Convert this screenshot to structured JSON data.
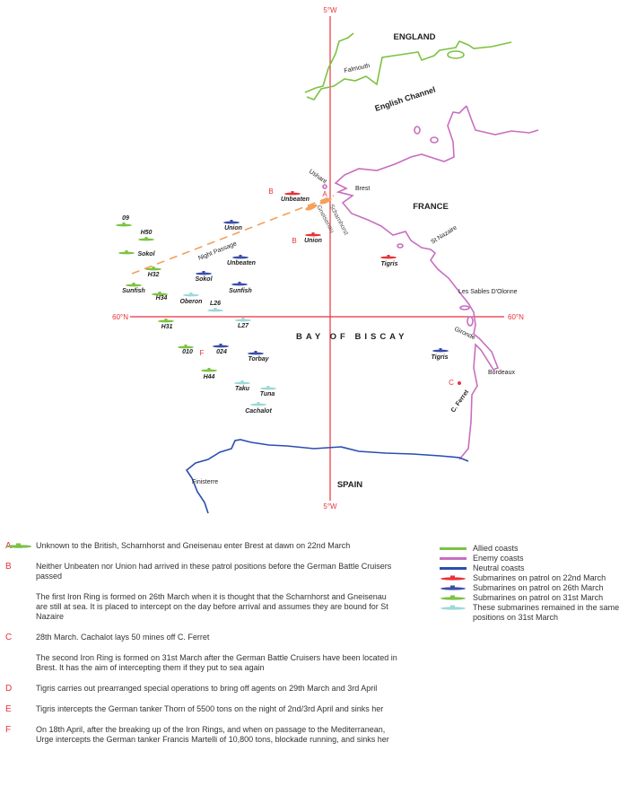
{
  "map": {
    "meridian_label": "5°W",
    "parallel_label": "60°N",
    "places": {
      "england": "ENGLAND",
      "falmouth": "Falmouth",
      "channel": "English Channel",
      "france": "FRANCE",
      "brest": "Brest",
      "ushant": "Ushant",
      "st_nazaire": "St Nazaire",
      "sables": "Les Sables D'Olonne",
      "gironde": "Gironde",
      "bordeaux": "Bordeaux",
      "ferret": "C. Ferret",
      "biscay": "BAY OF BISCAY",
      "spain": "SPAIN",
      "finisterre": "Finisterre"
    },
    "routes": {
      "night_passage": "Night Passage",
      "scharnhorst": "Scharnhorst",
      "gneisenau": "Gneisenau"
    },
    "markers": {
      "A": "A",
      "B1": "B",
      "B2": "B",
      "C": "C",
      "F": "F"
    },
    "colors": {
      "red": "#e8323a",
      "blue": "#3a4fa8",
      "green": "#7cc242",
      "cyan": "#9ed8d8",
      "allied": "#7cc242",
      "enemy": "#c86ec0",
      "neutral": "#2a4eb0",
      "route": "#f5a05a"
    },
    "submarines": [
      {
        "name": "Unbeaten",
        "group": "red"
      },
      {
        "name": "Union",
        "group": "red"
      },
      {
        "name": "Tigris",
        "group": "red"
      },
      {
        "name": "Union",
        "group": "blue"
      },
      {
        "name": "Unbeaten",
        "group": "blue"
      },
      {
        "name": "Sokol",
        "group": "blue"
      },
      {
        "name": "Sunfish",
        "group": "blue"
      },
      {
        "name": "024",
        "group": "blue"
      },
      {
        "name": "Torbay",
        "group": "blue"
      },
      {
        "name": "Tigris",
        "group": "blue"
      },
      {
        "name": "09",
        "group": "green"
      },
      {
        "name": "H50",
        "group": "green"
      },
      {
        "name": "Sokol",
        "group": "green"
      },
      {
        "name": "H32",
        "group": "green"
      },
      {
        "name": "Sunfish",
        "group": "green"
      },
      {
        "name": "H34",
        "group": "green"
      },
      {
        "name": "H31",
        "group": "green"
      },
      {
        "name": "010",
        "group": "green"
      },
      {
        "name": "H44",
        "group": "green"
      },
      {
        "name": "Oberon",
        "group": "cyan"
      },
      {
        "name": "L26",
        "group": "cyan"
      },
      {
        "name": "L27",
        "group": "cyan"
      },
      {
        "name": "Taku",
        "group": "cyan"
      },
      {
        "name": "Tuna",
        "group": "cyan"
      },
      {
        "name": "Cachalot",
        "group": "cyan"
      }
    ]
  },
  "notes": [
    {
      "key": "A",
      "text": "Unknown to the British, Scharnhorst and Gneisenau enter Brest at dawn on 22nd March"
    },
    {
      "key": "B",
      "text": "Neither Unbeaten nor Union had arrived in these patrol positions before the German Battle Cruisers passed"
    },
    {
      "key": "",
      "icon": "blue",
      "text": "The first Iron Ring is formed on 26th March when it is thought that the Scharnhorst and Gneisenau are still at sea. It is placed to intercept on the day before arrival and assumes they are bound for St Nazaire"
    },
    {
      "key": "C",
      "text": "28th March. Cachalot lays 50 mines off C. Ferret"
    },
    {
      "key": "",
      "icon": "green",
      "text": "The second Iron Ring is formed on 31st March after the German Battle Cruisers have been located in Brest. It has the aim of intercepting them if they put to sea again"
    },
    {
      "key": "D",
      "text": "Tigris carries out prearranged special operations to bring off agents on 29th March and 3rd April"
    },
    {
      "key": "E",
      "text": "Tigris intercepts the German tanker Thorn of 5500 tons on the night of 2nd/3rd April and sinks her"
    },
    {
      "key": "F",
      "text": "On 18th April, after the breaking up of the Iron Rings, and when on passage to the Mediterranean, Urge intercepts the German tanker Francis Martelli of 10,800 tons, blockade running, and sinks her"
    }
  ],
  "legend": [
    {
      "label": "Allied coasts",
      "kind": "line",
      "color": "allied"
    },
    {
      "label": "Enemy coasts",
      "kind": "line",
      "color": "enemy"
    },
    {
      "label": "Neutral coasts",
      "kind": "line",
      "color": "neutral"
    },
    {
      "label": "Submarines on patrol on 22nd March",
      "kind": "sub",
      "color": "red"
    },
    {
      "label": "Submarines on patrol on 26th March",
      "kind": "sub",
      "color": "blue"
    },
    {
      "label": "Submarines on patrol on 31st March",
      "kind": "sub",
      "color": "green"
    },
    {
      "label": "These submarines remained in the same positions on 31st March",
      "kind": "sub",
      "color": "cyan"
    }
  ]
}
